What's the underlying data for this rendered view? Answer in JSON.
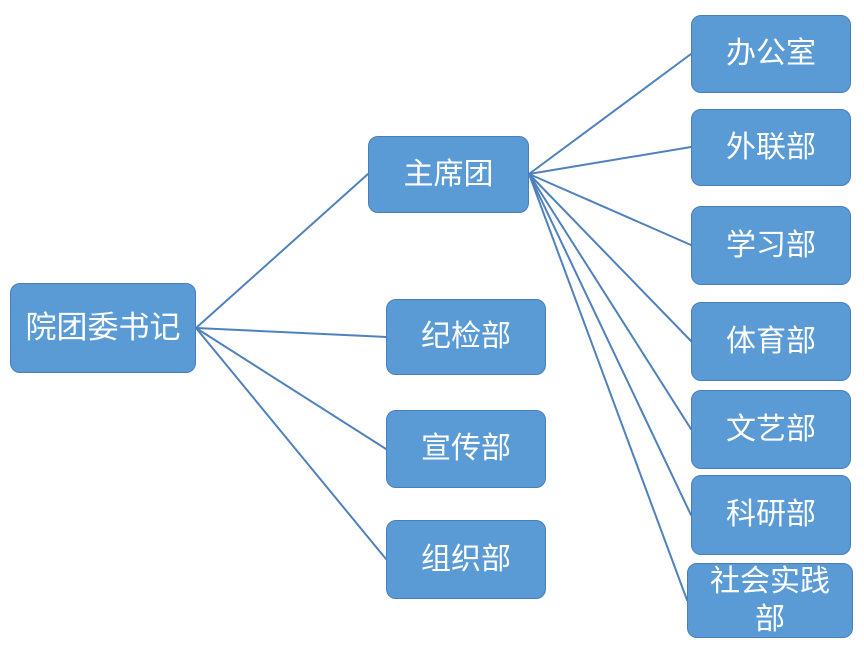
{
  "diagram": {
    "type": "org-chart",
    "title": "",
    "root": {
      "id": "secretary",
      "label": "院团委书记",
      "children": [
        "presidium",
        "discipline",
        "publicity",
        "organization"
      ]
    },
    "level2": [
      {
        "id": "presidium",
        "label": "主席团",
        "children": [
          "office",
          "external",
          "study",
          "sports",
          "arts",
          "research",
          "practice"
        ]
      },
      {
        "id": "discipline",
        "label": "纪检部",
        "children": []
      },
      {
        "id": "publicity",
        "label": "宣传部",
        "children": []
      },
      {
        "id": "organization",
        "label": "组织部",
        "children": []
      }
    ],
    "level3": [
      {
        "id": "office",
        "label": "办公室"
      },
      {
        "id": "external",
        "label": "外联部"
      },
      {
        "id": "study",
        "label": "学习部"
      },
      {
        "id": "sports",
        "label": "体育部"
      },
      {
        "id": "arts",
        "label": "文艺部"
      },
      {
        "id": "research",
        "label": "科研部"
      },
      {
        "id": "practice",
        "label": "社会实践部"
      }
    ],
    "colors": {
      "node_fill": "#5B9BD5",
      "node_border": "#4A7EBB",
      "connector": "#4F81BD",
      "text": "#FFFFFF",
      "background": "#FFFFFF"
    }
  }
}
